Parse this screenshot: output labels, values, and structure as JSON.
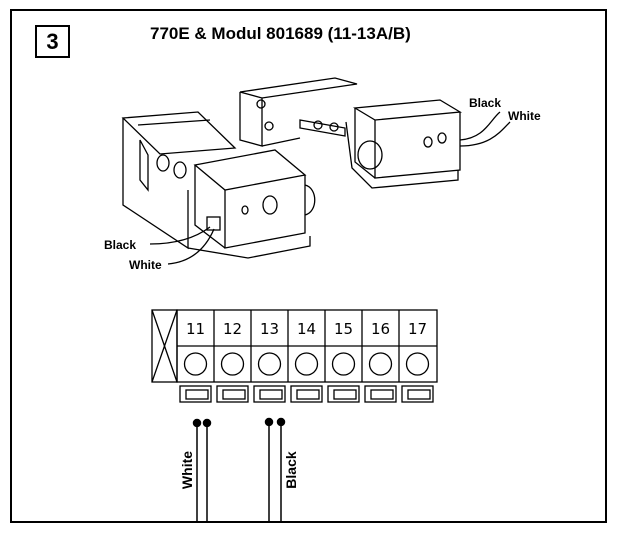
{
  "step": "3",
  "title": "770E & Modul 801689 (11-13A/B)",
  "sensors": {
    "right": {
      "wire1": "Black",
      "wire2": "White"
    },
    "left": {
      "wire1": "Black",
      "wire2": "White"
    }
  },
  "terminal_block": {
    "terminals": [
      "11",
      "12",
      "13",
      "14",
      "15",
      "16",
      "17"
    ]
  },
  "wires": {
    "white_label": "White",
    "black_label": "Black"
  }
}
